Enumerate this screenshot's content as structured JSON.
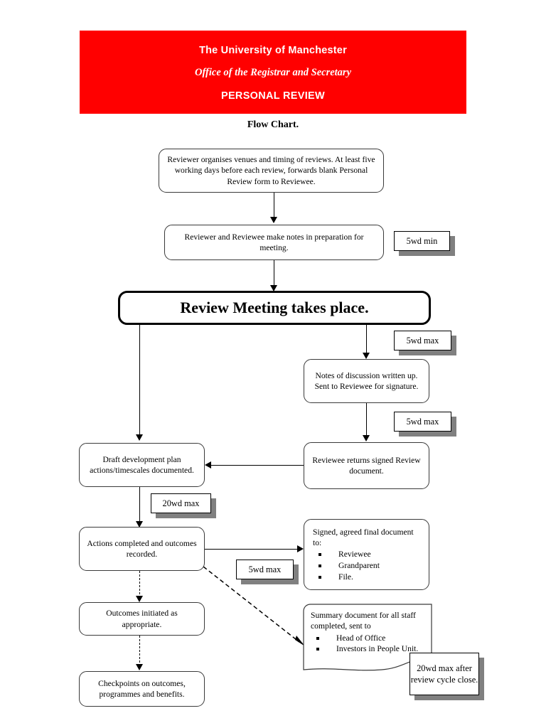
{
  "header": {
    "organisation": "The University of Manchester",
    "department": "Office of the Registrar and Secretary",
    "scheme": "PERSONAL REVIEW",
    "background_color": "#FF0000",
    "text_color": "#FFFFFF"
  },
  "subtitle": "Flow Chart.",
  "nodes": {
    "organise": "Reviewer organises venues and timing of reviews. At least five working days before each review, forwards blank Personal Review form to Reviewee.",
    "prepare": "Reviewer and Reviewee make notes in preparation for meeting.",
    "meeting": "Review Meeting takes place.",
    "notes": "Notes of discussion written up. Sent to Reviewee for signature.",
    "returns": "Reviewee returns signed Review document.",
    "draft_plan": "Draft development plan actions/timescales documented.",
    "actions": "Actions completed and outcomes recorded.",
    "outcomes": "Outcomes initiated as appropriate.",
    "checkpoints": "Checkpoints on outcomes, programmes and benefits.",
    "signed_final": {
      "lead": "Signed, agreed final document to:",
      "items": [
        "Reviewee",
        "Grandparent",
        "File."
      ]
    },
    "summary_doc": {
      "lead": "Summary document for all staff completed, sent to",
      "items": [
        "Head of Office",
        "Investors in People Unit."
      ]
    }
  },
  "badges": {
    "prepare_timing": "5wd min",
    "meeting_to_notes": "5wd max",
    "notes_to_returns": "5wd max",
    "plan_to_actions": "20wd max",
    "actions_to_signed": "5wd max",
    "summary_timing": "20wd max after review cycle close."
  }
}
